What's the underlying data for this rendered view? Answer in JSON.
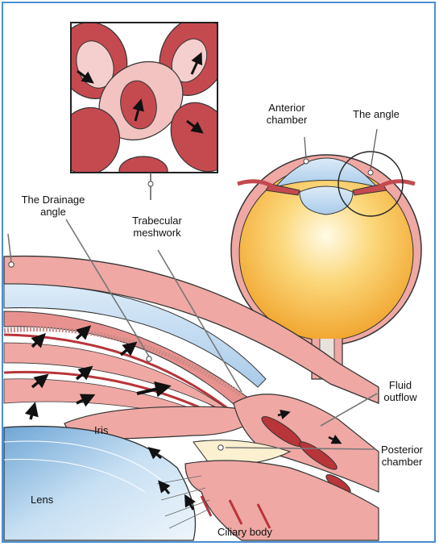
{
  "labels": {
    "anterior_chamber": "Anterior\nchamber",
    "the_angle": "The angle",
    "drainage_angle": "The Drainage\nangle",
    "trabecular_meshwork": "Trabecular\nmeshwork",
    "fluid_outflow": "Fluid\noutflow",
    "iris": "Iris",
    "posterior_chamber": "Posterior\nchamber",
    "lens": "Lens",
    "ciliary_body": "Ciliary body"
  },
  "colors": {
    "frame": "#4a8fd0",
    "tissue_pink": "#efa8a4",
    "tissue_dark_red": "#b8353a",
    "cornea_blue": "#bcd8ee",
    "lens_yellow": "#f7b94a",
    "outline": "#333333"
  }
}
